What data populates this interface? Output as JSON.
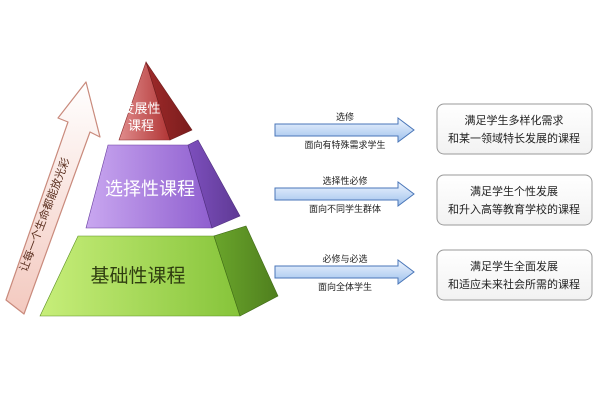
{
  "side_arrow": {
    "label": "让每一个生命都能放光彩"
  },
  "tiers": [
    {
      "name": "发展性课程",
      "line1": "发展性",
      "line2": "课程",
      "color": "#b13a3a"
    },
    {
      "name": "选择性课程",
      "color": "#9b6fd1"
    },
    {
      "name": "基础性课程",
      "color": "#8ccc3a"
    }
  ],
  "connectors": [
    {
      "above": "选修",
      "below": "面向有特殊需求学生"
    },
    {
      "above": "选择性必修",
      "below": "面向不同学生群体"
    },
    {
      "above": "必修与必选",
      "below": "面向全体学生"
    }
  ],
  "goals": [
    {
      "line1": "满足学生多样化需求",
      "line2": "和某一领域特长发展的课程"
    },
    {
      "line1": "满足学生个性发展",
      "line2": "和升入高等教育学校的课程"
    },
    {
      "line1": "满足学生全面发展",
      "line2": "和适应未来社会所需的课程"
    }
  ]
}
